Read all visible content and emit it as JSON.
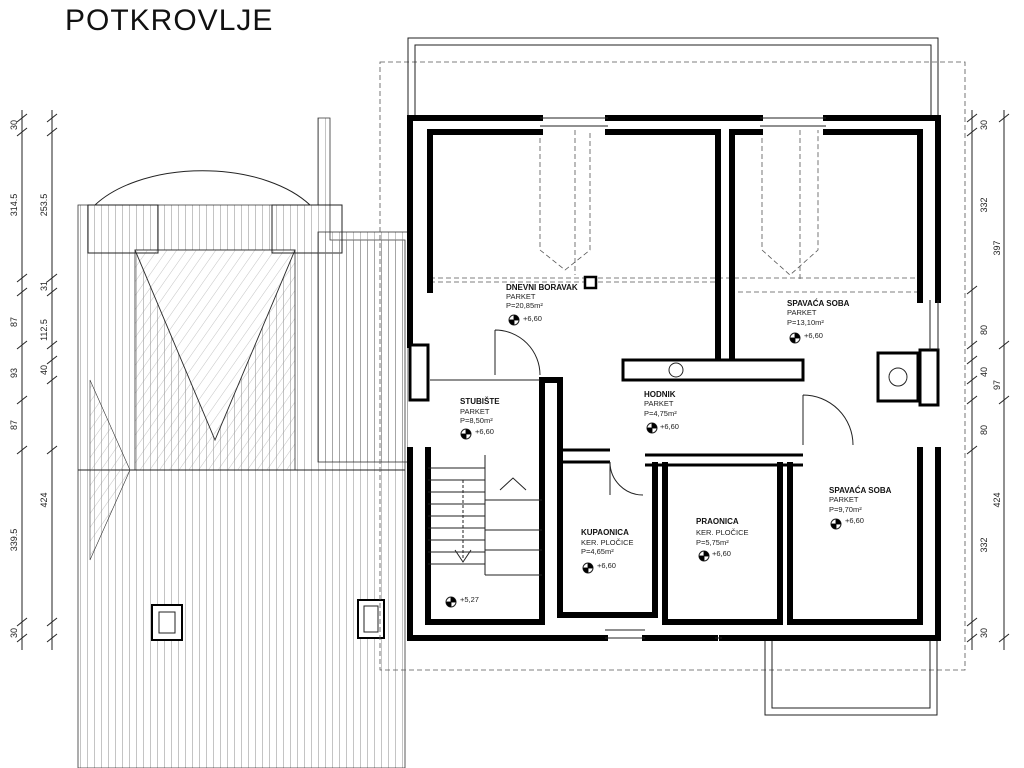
{
  "title": "POTKROVLJE",
  "dimensions": {
    "left_outer": [
      "30",
      "314.5",
      "87",
      "93",
      "87",
      "339.5",
      "30"
    ],
    "left_inner": [
      "253.5",
      "31",
      "112.5",
      "40",
      "424"
    ],
    "right_inner": [
      "30",
      "332",
      "80",
      "40",
      "80",
      "332",
      "30"
    ],
    "right_outer": [
      "397",
      "97",
      "424"
    ]
  },
  "rooms": [
    {
      "name": "DNEVNI BORAVAK",
      "floor": "PARKET",
      "area": "P=20,85m²",
      "level": "+6,60"
    },
    {
      "name": "SPAVAĆA SOBA",
      "floor": "PARKET",
      "area": "P=13,10m²",
      "level": "+6,60"
    },
    {
      "name": "STUBIŠTE",
      "floor": "PARKET",
      "area": "P=8,50m²",
      "level": "+6,60"
    },
    {
      "name": "HODNIK",
      "floor": "PARKET",
      "area": "P=4,75m²",
      "level": "+6,60"
    },
    {
      "name": "SPAVAĆA SOBA",
      "floor": "PARKET",
      "area": "P=9,70m²",
      "level": "+6,60"
    },
    {
      "name": "KUPAONICA",
      "floor": "KER. PLOČICE",
      "area": "P=4,65m²",
      "level": "+6,60"
    },
    {
      "name": "PRAONICA",
      "floor": "KER. PLOČICE",
      "area": "P=5,75m²",
      "level": "+6,60"
    }
  ],
  "stair_level": "+5,27"
}
